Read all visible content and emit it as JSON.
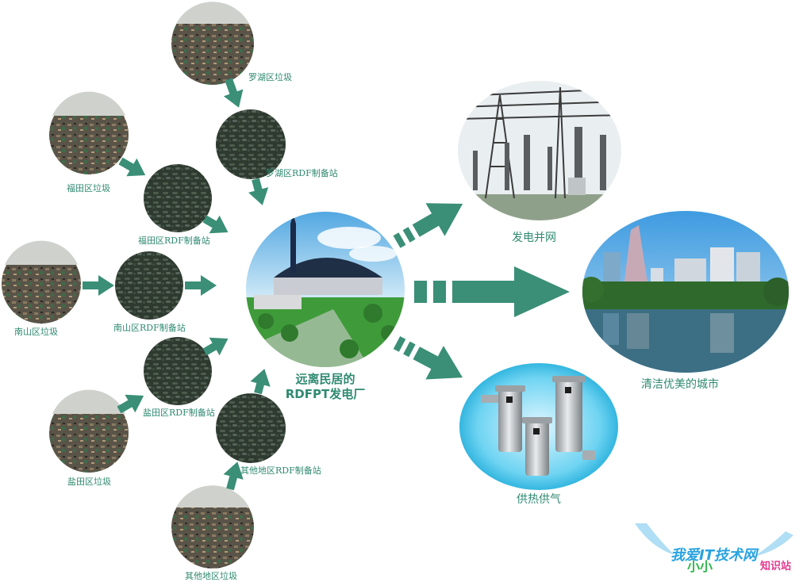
{
  "colors": {
    "accent": "#3a8f76",
    "label": "#2f8a70",
    "garbage": "#5a5448",
    "pellet": "#3d4a3d",
    "sky": "#bfe3f5",
    "cyan": "#20b8e0"
  },
  "garbage_sources": [
    {
      "id": "luohu",
      "label": "罗湖区垃圾"
    },
    {
      "id": "futian",
      "label": "福田区垃圾"
    },
    {
      "id": "nanshan",
      "label": "南山区垃圾"
    },
    {
      "id": "yantian",
      "label": "盐田区垃圾"
    },
    {
      "id": "other",
      "label": "其他地区垃圾"
    }
  ],
  "rdf_stations": [
    {
      "id": "luohu",
      "label": "罗湖区RDF制备站"
    },
    {
      "id": "futian",
      "label": "福田区RDF制备站"
    },
    {
      "id": "nanshan",
      "label": "南山区RDF制备站"
    },
    {
      "id": "yantian",
      "label": "盐田区RDF制备站"
    },
    {
      "id": "other",
      "label": "其他地区RDF制备站"
    }
  ],
  "plant": {
    "title_line1": "远离民居的",
    "title_line2": "RDFPT发电厂"
  },
  "outputs": {
    "power": "发电并网",
    "heat": "供热供气",
    "city": "清洁优美的城市"
  },
  "watermark": {
    "line1": "我爱IT技术网",
    "line2": "小小",
    "line3": "知识站"
  }
}
